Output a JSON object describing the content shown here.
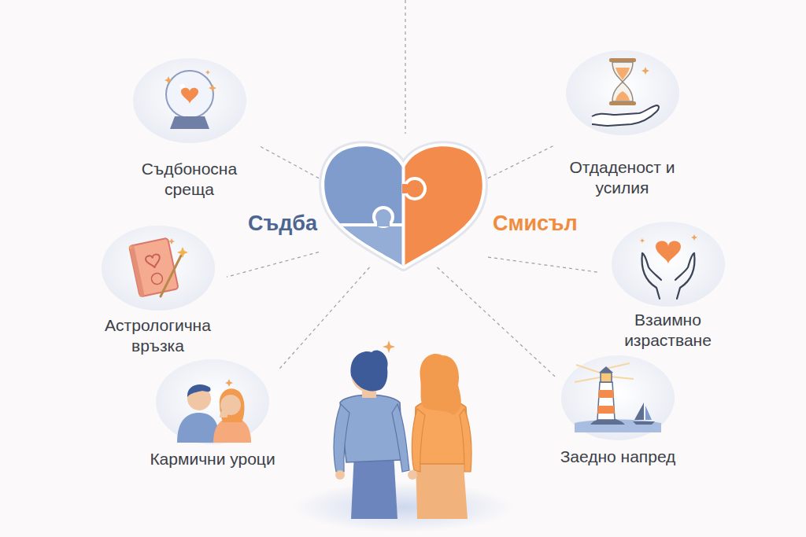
{
  "diagram": {
    "nodes": [
      {
        "text": [
          "Съдба",
          "Смисъл"
        ]
      },
      {
        "text": [
          "Съдбоносна среща"
        ]
      },
      {
        "text": [
          "Астрологична връзка"
        ]
      },
      {
        "text": [
          "Кармични уроци"
        ]
      },
      {
        "text": [
          "Отдаденост и усилия"
        ]
      },
      {
        "text": [
          "Взаимно израстване"
        ]
      },
      {
        "text": [
          "Заедно напред"
        ]
      }
    ],
    "edges": [
      {
        "from": 0,
        "to": 1,
        "arrow": "none"
      },
      {
        "from": 0,
        "to": 2,
        "arrow": "none"
      },
      {
        "from": 0,
        "to": 3,
        "arrow": "none"
      },
      {
        "from": 0,
        "to": 4,
        "arrow": "none"
      },
      {
        "from": 0,
        "to": 5,
        "arrow": "none"
      },
      {
        "from": 0,
        "to": 6,
        "arrow": "none"
      }
    ]
  }
}
